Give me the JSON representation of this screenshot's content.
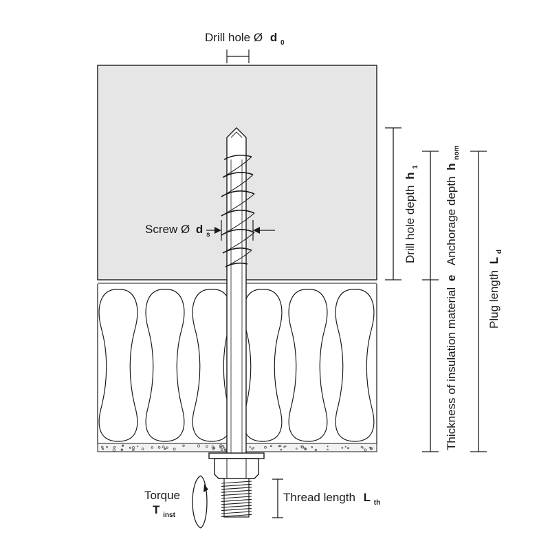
{
  "labels": {
    "drill_hole_diameter": {
      "text": "Drill hole Ø",
      "symbol": "d",
      "sub": "0"
    },
    "screw_diameter": {
      "text": "Screw Ø",
      "symbol": "d",
      "sub": "s"
    },
    "drill_hole_depth": {
      "text": "Drill hole depth",
      "symbol": "h",
      "sub": "1"
    },
    "anchorage_depth": {
      "text": "Anchorage depth",
      "symbol": "h",
      "sub": "nom"
    },
    "plug_length": {
      "text": "Plug length",
      "symbol": "L",
      "sub": "d"
    },
    "insulation_thickness": {
      "text": "Thickness of insulation material",
      "symbol": "e"
    },
    "torque": {
      "text": "Torque",
      "symbol": "T",
      "sub": "inst"
    },
    "thread_length": {
      "text": "Thread length",
      "symbol": "L",
      "sub": "th"
    }
  },
  "colors": {
    "concrete": "#e6e6e6",
    "line": "#1a1a1a",
    "insulation": "#ffffff"
  }
}
